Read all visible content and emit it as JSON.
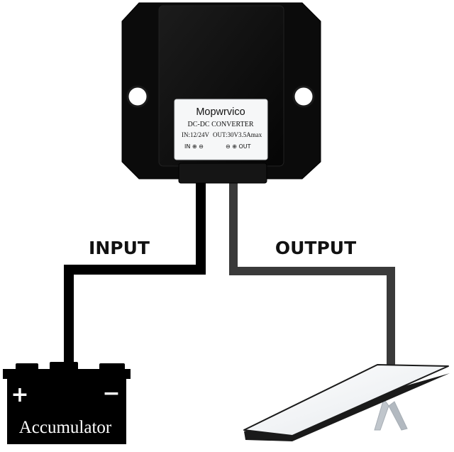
{
  "converter": {
    "brand": "Mopwrvico",
    "model": "DC-DC CONVERTER",
    "input_spec": "IN:12/24V",
    "output_spec": "OUT:30V3.5Amax",
    "in_terminal": "IN ⊕ ⊖",
    "out_terminal": "⊖ ⊕ OUT"
  },
  "labels": {
    "input": "INPUT",
    "output": "OUTPUT"
  },
  "battery": {
    "label": "Accumulator",
    "plus": "+",
    "minus": "−"
  },
  "colors": {
    "device_body": "#0b0b0b",
    "input_wire": "#000000",
    "output_wire": "#3a3a3a",
    "panel_stand": "#c0c6cc"
  }
}
